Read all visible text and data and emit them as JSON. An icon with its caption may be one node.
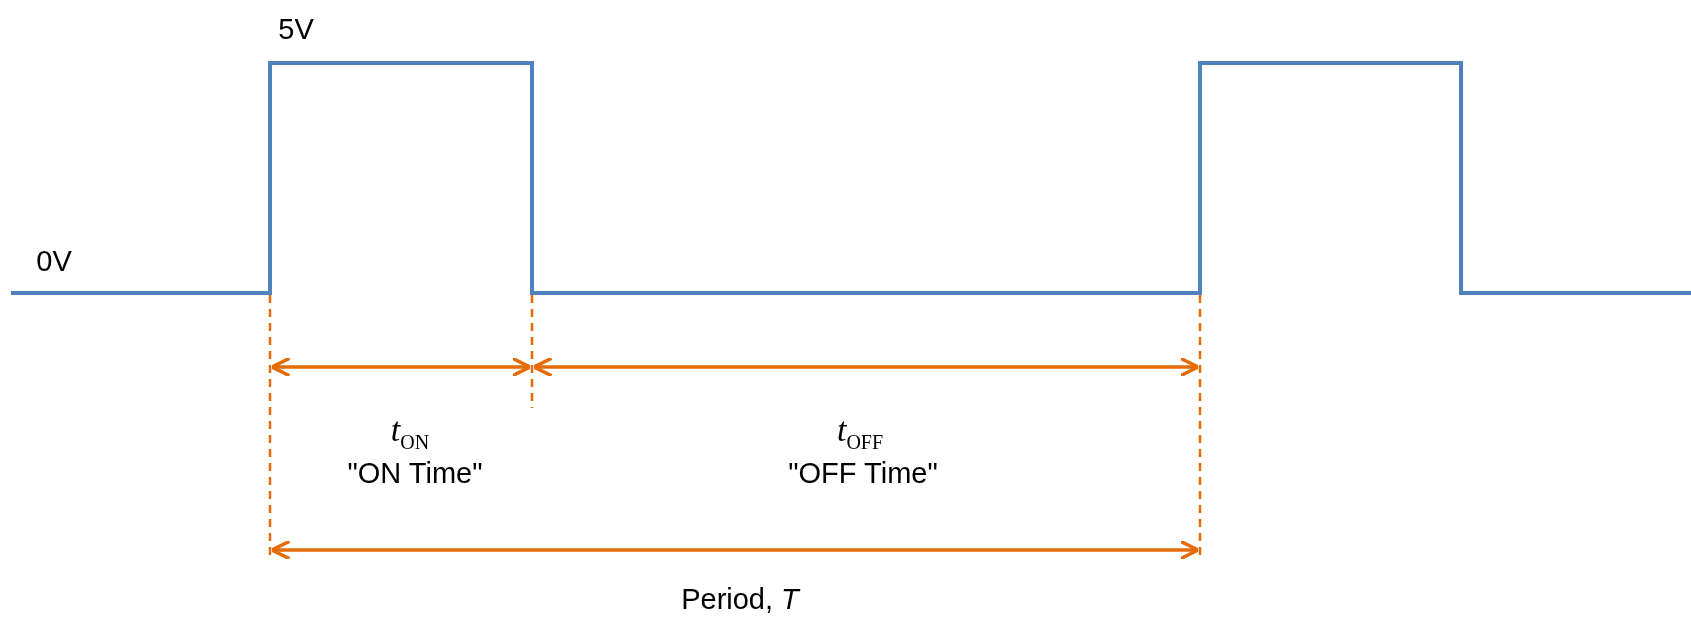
{
  "diagram": {
    "labels": [
      "5V",
      "0V",
      "*t*$_{ON}$",
      "\"ON Time\"",
      "*t*$_{OFF}$",
      "\"OFF Time\"",
      "Period, *T*"
    ]
  }
}
